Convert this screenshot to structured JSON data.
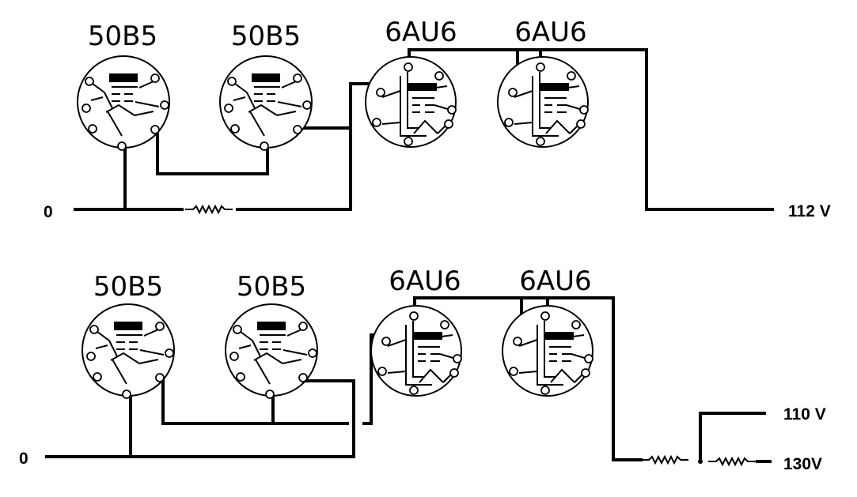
{
  "diagram": {
    "top": {
      "tubes": [
        {
          "label": "50B5"
        },
        {
          "label": "50B5"
        },
        {
          "label": "6AU6"
        },
        {
          "label": "6AU6"
        }
      ],
      "ground_label": "0",
      "supply_label": "112 V"
    },
    "bottom": {
      "tubes": [
        {
          "label": "50B5"
        },
        {
          "label": "50B5"
        },
        {
          "label": "6AU6"
        },
        {
          "label": "6AU6"
        }
      ],
      "ground_label": "0",
      "tap_label": "110 V",
      "supply_label": "130V"
    }
  }
}
